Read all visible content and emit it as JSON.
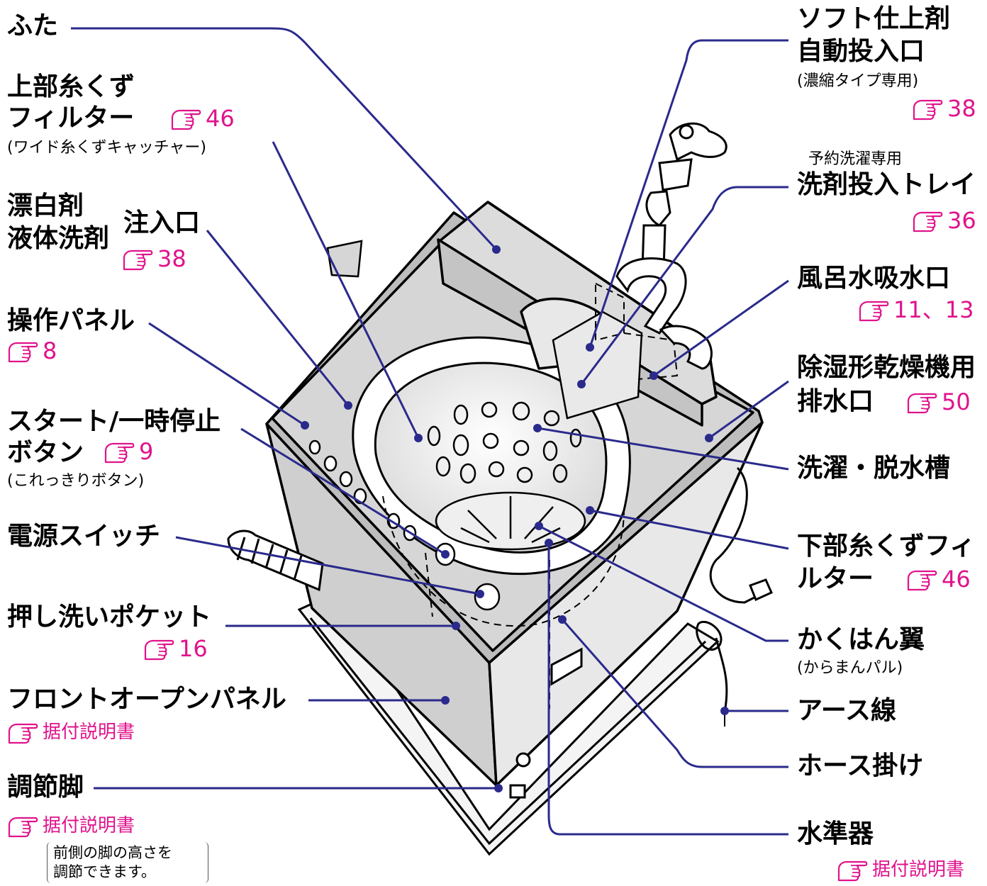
{
  "colors": {
    "leader": "#2a2a8c",
    "reference": "#e0138c",
    "outline": "#000000",
    "shade": "#c8c8c8"
  },
  "icons": {
    "reference": "pointing-hand-icon"
  },
  "labels": {
    "futa": "ふた",
    "upper_filter_1": "上部糸くず",
    "upper_filter_2": "フィルター",
    "upper_filter_sub": "(ワイド糸くずキャッチャー)",
    "bleach": "漂白剤",
    "liquid_detergent": "液体洗剤",
    "inlet": "注入口",
    "control_panel": "操作パネル",
    "start_stop_1": "スタート/一時停止",
    "start_stop_2": "ボタン",
    "start_stop_sub": "(これっきりボタン)",
    "power_switch": "電源スイッチ",
    "push_wash_pocket": "押し洗いポケット",
    "front_open_panel": "フロントオープンパネル",
    "adjust_leg": "調節脚",
    "softener_1": "ソフト仕上剤",
    "softener_2": "自動投入口",
    "softener_sub": "(濃縮タイプ専用)",
    "tray_pre": "予約洗濯専用",
    "tray": "洗剤投入トレイ",
    "bath_water": "風呂水吸水口",
    "dehumid_drain_1": "除湿形乾燥機用",
    "dehumid_drain_2": "排水口",
    "tub": "洗濯・脱水槽",
    "lower_filter_1": "下部糸くずフィ",
    "lower_filter_2": "ルター",
    "pulsator": "かくはん翼",
    "pulsator_sub": "(からまんパル)",
    "ground_wire": "アース線",
    "hose_hook": "ホース掛け",
    "level": "水準器"
  },
  "refs": {
    "upper_filter": "46",
    "inlet": "38",
    "control_panel": "8",
    "start_stop": "9",
    "push_wash_pocket": "16",
    "front_open_panel": "据付説明書",
    "adjust_leg": "据付説明書",
    "softener": "38",
    "tray": "36",
    "bath_water": "11、13",
    "dehumid_drain": "50",
    "lower_filter": "46",
    "level": "据付説明書"
  },
  "note": {
    "line1": "前側の脚の高さを",
    "line2": "調節できます。"
  }
}
